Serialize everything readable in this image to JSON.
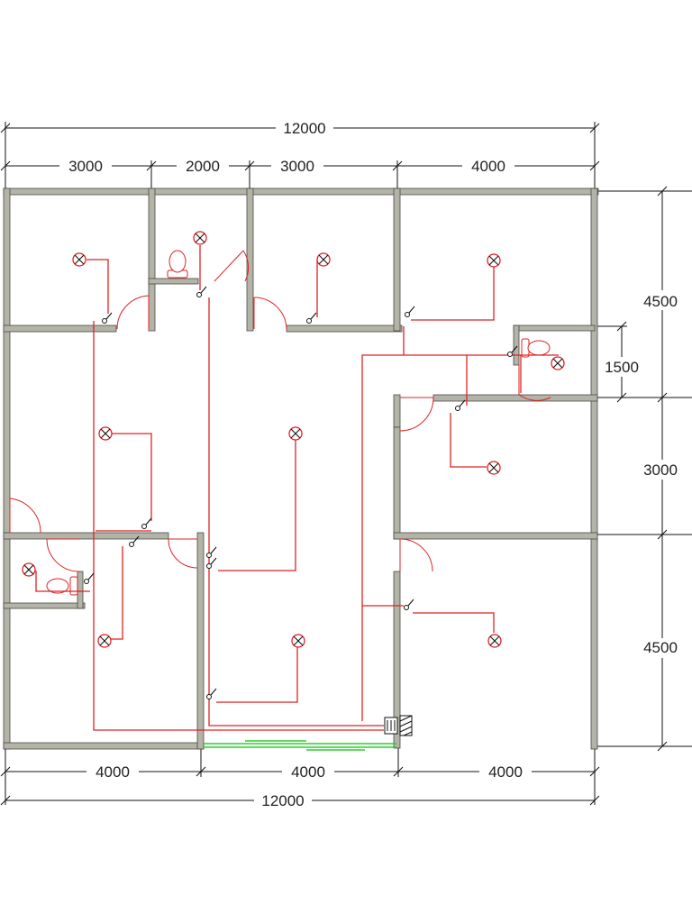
{
  "drawing": {
    "dimensions": {
      "top_total": "12000",
      "top_segments": [
        "3000",
        "2000",
        "3000",
        "4000"
      ],
      "bottom_segments": [
        "4000",
        "4000",
        "4000"
      ],
      "bottom_total": "12000",
      "right_segments": [
        "4500",
        "1500",
        "3000",
        "4500"
      ]
    },
    "symbols": {
      "light": "ceiling-light-fixture",
      "switch": "wall-switch",
      "door": "swing-door",
      "toilet": "wc-fixture",
      "window": "window",
      "panel": "distribution-panel"
    },
    "colors": {
      "wiring": "#e02222",
      "walls": "#b3b3a8",
      "window": "#2bd12b",
      "dimensions": "#111111"
    }
  }
}
